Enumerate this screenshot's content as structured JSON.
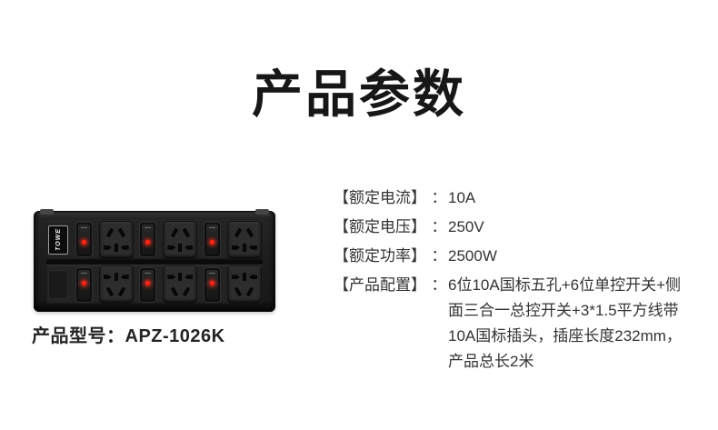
{
  "page": {
    "title": "产品参数"
  },
  "product": {
    "brand": "TOWE",
    "model_label": "产品型号：",
    "model_value": "APZ-1026K"
  },
  "specs": {
    "colon": "：",
    "rows": [
      {
        "label": "【额定电流】",
        "value": "10A"
      },
      {
        "label": "【额定电压】",
        "value": "250V"
      },
      {
        "label": "【额定功率】",
        "value": "2500W"
      },
      {
        "label": "【产品配置】",
        "value": "6位10A国标五孔+6位单控开关+侧面三合一总控开关+3*1.5平方线带10A国标插头，插座长度232mm，产品总长2米"
      }
    ]
  },
  "colors": {
    "title_text": "#171717",
    "spec_text": "#333333",
    "strip_body": "#1d1d1d",
    "indicator_led": "#ff2417"
  }
}
